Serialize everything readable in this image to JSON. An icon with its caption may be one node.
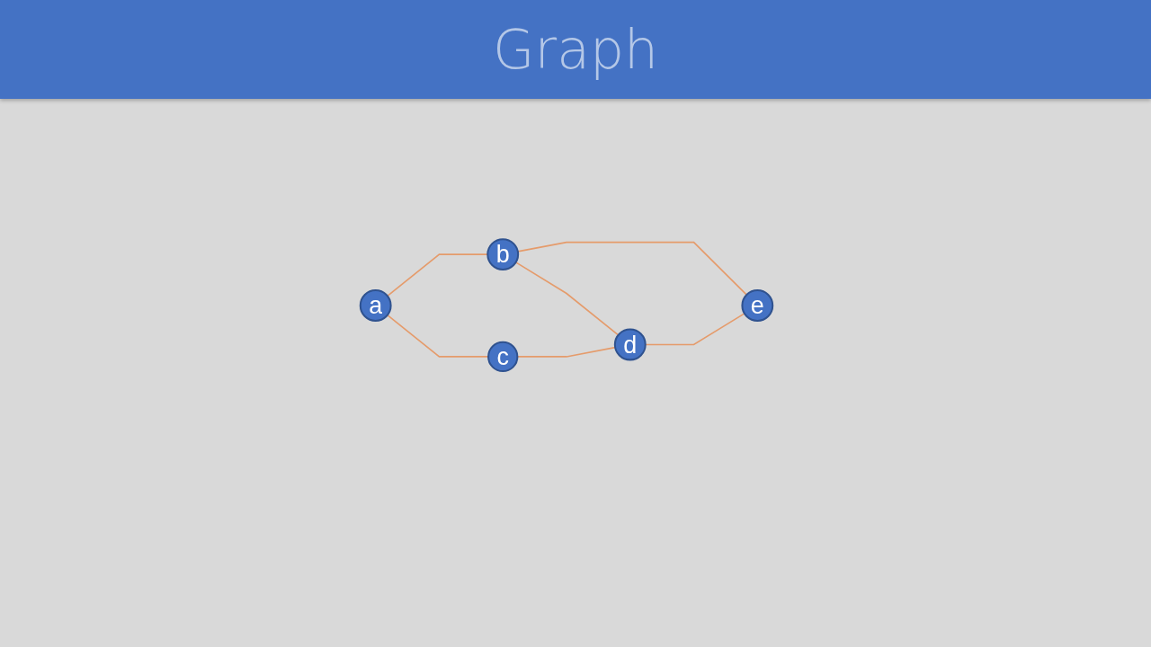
{
  "diagram": {
    "title": "Graph",
    "nodes": [
      {
        "text": [
          "a"
        ]
      },
      {
        "text": [
          "b"
        ]
      },
      {
        "text": [
          "c"
        ]
      },
      {
        "text": [
          "d"
        ]
      },
      {
        "text": [
          "e"
        ]
      }
    ],
    "edges": [
      {
        "from": 0,
        "to": 1,
        "arrow": "none"
      },
      {
        "from": 0,
        "to": 2,
        "arrow": "none"
      },
      {
        "from": 1,
        "to": 3,
        "arrow": "none"
      },
      {
        "from": 1,
        "to": 4,
        "arrow": "none"
      },
      {
        "from": 2,
        "to": 3,
        "arrow": "none"
      },
      {
        "from": 3,
        "to": 4,
        "arrow": "none"
      }
    ]
  }
}
